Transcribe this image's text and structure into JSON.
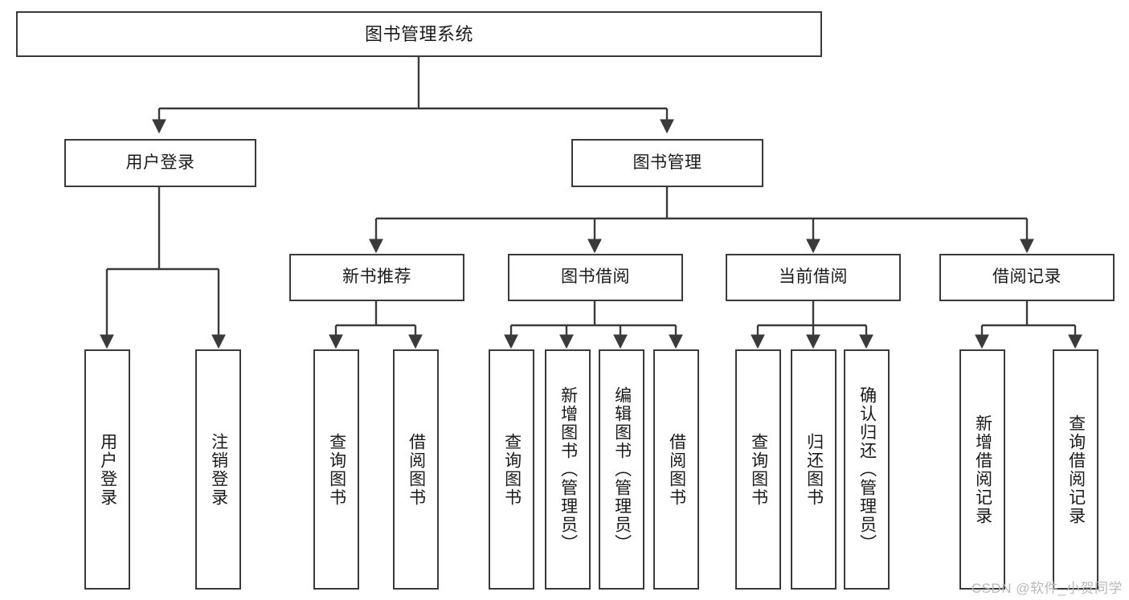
{
  "diagram": {
    "title": "图书管理系统",
    "type": "tree-hierarchy-chart",
    "watermark": "CSDN @软件_小贺同学",
    "colors": {
      "box_border": "#3a3a3a",
      "box_fill": "#ffffff",
      "edge": "#3a3a3a",
      "text": "#1a1a1a",
      "watermark": "#b9b9b9",
      "background": "#ffffff"
    },
    "root": {
      "id": "root",
      "label": "图书管理系统"
    },
    "level2": [
      {
        "id": "user-login",
        "label": "用户登录"
      },
      {
        "id": "book-manage",
        "label": "图书管理"
      }
    ],
    "level3": [
      {
        "id": "new-book-recommend",
        "label": "新书推荐",
        "parent": "book-manage"
      },
      {
        "id": "book-borrow",
        "label": "图书借阅",
        "parent": "book-manage"
      },
      {
        "id": "current-borrow",
        "label": "当前借阅",
        "parent": "book-manage"
      },
      {
        "id": "borrow-record",
        "label": "借阅记录",
        "parent": "book-manage"
      }
    ],
    "leaves": [
      {
        "id": "leaf-user-login",
        "label": "用户登录",
        "parent": "user-login"
      },
      {
        "id": "leaf-user-logout",
        "label": "注销登录",
        "parent": "user-login"
      },
      {
        "id": "leaf-query-book-1",
        "label": "查询图书",
        "parent": "new-book-recommend"
      },
      {
        "id": "leaf-borrow-book-1",
        "label": "借阅图书",
        "parent": "new-book-recommend"
      },
      {
        "id": "leaf-query-book-2",
        "label": "查询图书",
        "parent": "book-borrow"
      },
      {
        "id": "leaf-add-book",
        "label": "新增图书（管理员）",
        "parent": "book-borrow"
      },
      {
        "id": "leaf-edit-book",
        "label": "编辑图书（管理员）",
        "parent": "book-borrow"
      },
      {
        "id": "leaf-borrow-book-2",
        "label": "借阅图书",
        "parent": "book-borrow"
      },
      {
        "id": "leaf-query-book-3",
        "label": "查询图书",
        "parent": "current-borrow"
      },
      {
        "id": "leaf-return-book",
        "label": "归还图书",
        "parent": "current-borrow"
      },
      {
        "id": "leaf-confirm-return",
        "label": "确认归还（管理员）",
        "parent": "current-borrow"
      },
      {
        "id": "leaf-add-record",
        "label": "新增借阅记录",
        "parent": "borrow-record"
      },
      {
        "id": "leaf-query-record",
        "label": "查询借阅记录",
        "parent": "borrow-record"
      }
    ]
  }
}
